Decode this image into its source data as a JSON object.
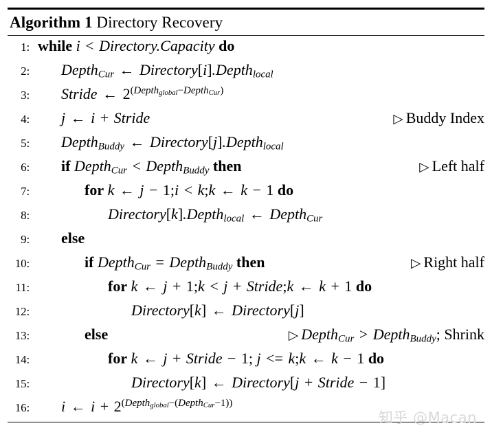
{
  "document": {
    "type": "algorithm-pseudocode",
    "title_keyword": "Algorithm 1",
    "title_text": "Directory Recovery",
    "line_count": 16
  },
  "watermark": {
    "text": "知乎 @Macan",
    "color": "#d8d8d8"
  },
  "colors": {
    "text": "#000000",
    "background": "#ffffff",
    "rule": "#000000",
    "watermark": "#d8d8d8"
  },
  "lines": [
    {
      "no": "1:",
      "indent": 0,
      "text": "while i < Directory.Capacity do",
      "comment": ""
    },
    {
      "no": "2:",
      "indent": 1,
      "text": "Depth_Cur ← Directory[i].Depth_local",
      "comment": ""
    },
    {
      "no": "3:",
      "indent": 1,
      "text": "Stride ← 2^(Depth_global − Depth_Cur)",
      "comment": ""
    },
    {
      "no": "4:",
      "indent": 1,
      "text": "j ← i + Stride",
      "comment": "Buddy Index"
    },
    {
      "no": "5:",
      "indent": 1,
      "text": "Depth_Buddy ← Directory[j].Depth_local",
      "comment": ""
    },
    {
      "no": "6:",
      "indent": 1,
      "text": "if Depth_Cur < Depth_Buddy then",
      "comment": "Left half"
    },
    {
      "no": "7:",
      "indent": 2,
      "text": "for k ← j − 1; i < k; k ← k − 1 do",
      "comment": ""
    },
    {
      "no": "8:",
      "indent": 3,
      "text": "Directory[k].Depth_local ← Depth_Cur",
      "comment": ""
    },
    {
      "no": "9:",
      "indent": 1,
      "text": "else",
      "comment": ""
    },
    {
      "no": "10:",
      "indent": 2,
      "text": "if Depth_Cur = Depth_Buddy then",
      "comment": "Right half"
    },
    {
      "no": "11:",
      "indent": 3,
      "text": "for k ← j + 1; k < j + Stride; k ← k + 1 do",
      "comment": ""
    },
    {
      "no": "12:",
      "indent": 4,
      "text": "Directory[k] ← Directory[j]",
      "comment": ""
    },
    {
      "no": "13:",
      "indent": 2,
      "text": "else",
      "comment": "Depth_Cur > Depth_Buddy; Shrink"
    },
    {
      "no": "14:",
      "indent": 3,
      "text": "for k ← j + Stride − 1; j <= k; k ← k − 1 do",
      "comment": ""
    },
    {
      "no": "15:",
      "indent": 4,
      "text": "Directory[k] ← Directory[j + Stride − 1]",
      "comment": ""
    },
    {
      "no": "16:",
      "indent": 1,
      "text": "i ← i + 2^(Depth_global − (Depth_Cur − 1))",
      "comment": ""
    }
  ],
  "line_numbers": [
    "1:",
    "2:",
    "3:",
    "4:",
    "5:",
    "6:",
    "7:",
    "8:",
    "9:",
    "10:",
    "11:",
    "12:",
    "13:",
    "14:",
    "15:",
    "16:"
  ],
  "comments": {
    "line4": "Buddy Index",
    "line6": "Left half",
    "line10": "Right half",
    "line13_math": "Depth_Cur > Depth_Buddy",
    "line13_tail": "; Shrink",
    "marker": "▷"
  },
  "keywords": [
    "while",
    "do",
    "if",
    "then",
    "for",
    "else"
  ],
  "identifiers": [
    "Directory",
    "Capacity",
    "Depth",
    "Stride",
    "Cur",
    "Buddy",
    "local",
    "global",
    "i",
    "j",
    "k"
  ]
}
